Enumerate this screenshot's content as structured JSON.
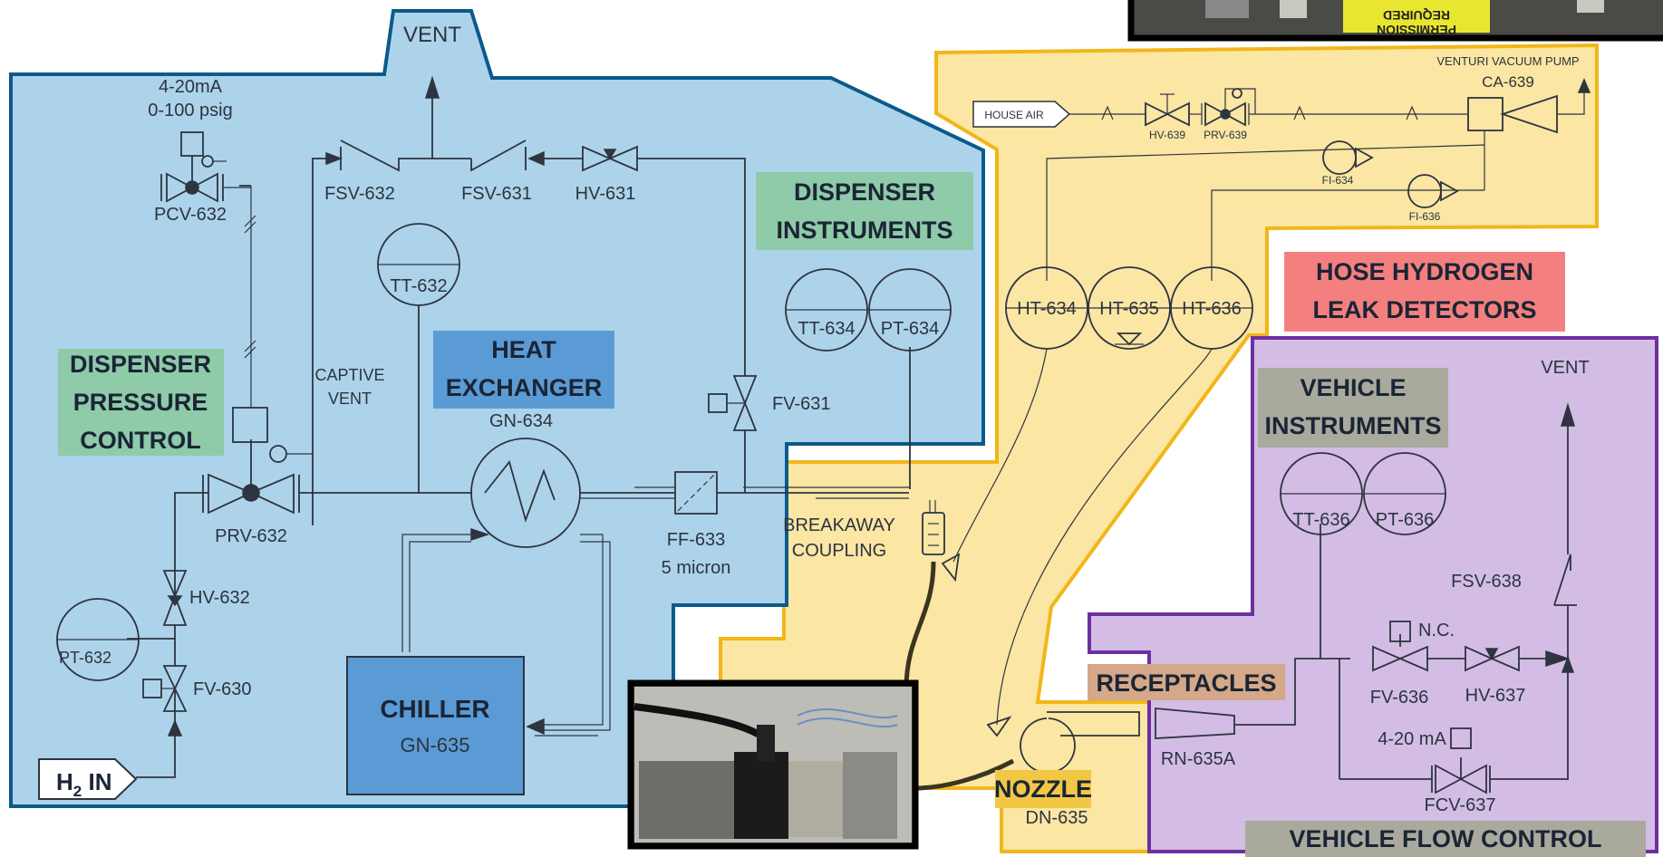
{
  "zones": {
    "dispenser": {
      "color": "#add3ea",
      "border": "#0a5a8c"
    },
    "hose": {
      "color": "#fbe6a3",
      "border": "#f2b619"
    },
    "vehicle": {
      "color": "#d3bde4",
      "border": "#6c2fa0"
    }
  },
  "section_titles": {
    "dispenser_pressure_control": [
      "DISPENSER",
      "PRESSURE",
      "CONTROL"
    ],
    "heat_exchanger": [
      "HEAT",
      "EXCHANGER"
    ],
    "dispenser_instruments": [
      "DISPENSER",
      "INSTRUMENTS"
    ],
    "hose_hydrogen_leak_detectors": [
      "HOSE HYDROGEN",
      "LEAK DETECTORS"
    ],
    "vehicle_instruments": [
      "VEHICLE",
      "INSTRUMENTS"
    ],
    "receptacles": "RECEPTACLES",
    "nozzle": "NOZZLE",
    "vehicle_flow_control": "VEHICLE FLOW CONTROL",
    "chiller": "CHILLER"
  },
  "title_colors": {
    "green": "#8fcaa9",
    "blue": "#5b9bd5",
    "red": "#f47f7f",
    "gray": "#a9a99e",
    "tan": "#d4a888",
    "gold": "#f2c744"
  },
  "labels": {
    "vent_top": "VENT",
    "signal": [
      "4-20mA",
      "0-100 psig"
    ],
    "pcv": "PCV-632",
    "prv": "PRV-632",
    "hv632": "HV-632",
    "fv630": "FV-630",
    "pt632": "PT-632",
    "h2_in": "H",
    "h2_sub": "2",
    "h2_tail": " IN",
    "fsv632": "FSV-632",
    "fsv631": "FSV-631",
    "hv631": "HV-631",
    "tt632": "TT-632",
    "captive_vent": [
      "CAPTIVE",
      "VENT"
    ],
    "gn634": "GN-634",
    "fv631": "FV-631",
    "tt634": "TT-634",
    "pt634": "PT-634",
    "ff633": [
      "FF-633",
      "5 micron"
    ],
    "breakaway": [
      "BREAKAWAY",
      "COUPLING"
    ],
    "gn635": "GN-635",
    "house_air": "HOUSE AIR",
    "hv639": "HV-639",
    "prv639": "PRV-639",
    "venturi": "VENTURI VACUUM PUMP",
    "ca639": "CA-639",
    "fi634": "FI-634",
    "fi636": "FI-636",
    "ht634": "HT-634",
    "ht635": "HT-635",
    "ht636": "HT-636",
    "dn635": "DN-635",
    "rn635a": "RN-635A",
    "vent_right": "VENT",
    "tt636": "TT-636",
    "pt636": "PT-636",
    "fsv638": "FSV-638",
    "nc": "N.C.",
    "fv636": "FV-636",
    "hv637": "HV-637",
    "signal_fcv": "4-20 mA",
    "fcv637": "FCV-637",
    "sign_top": [
      "PERMISSION",
      "REQUIRED"
    ]
  },
  "photos": {
    "coupling_photo": "photo of breakaway coupling",
    "cabinet_photo": "photo of dispenser cabinet"
  }
}
